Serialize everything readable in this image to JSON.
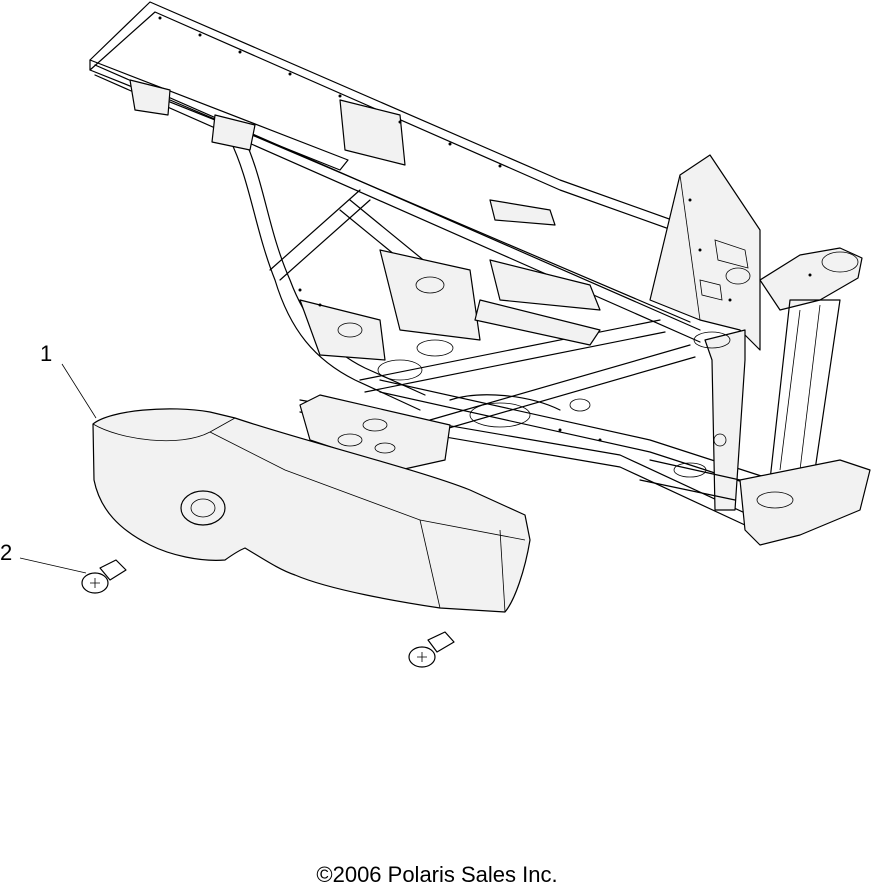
{
  "callouts": [
    {
      "id": "1",
      "label": "1"
    },
    {
      "id": "2",
      "label": "2"
    }
  ],
  "footer": {
    "copyright": "2006 Polaris Sales Inc.",
    "copyright_symbol": "©"
  }
}
